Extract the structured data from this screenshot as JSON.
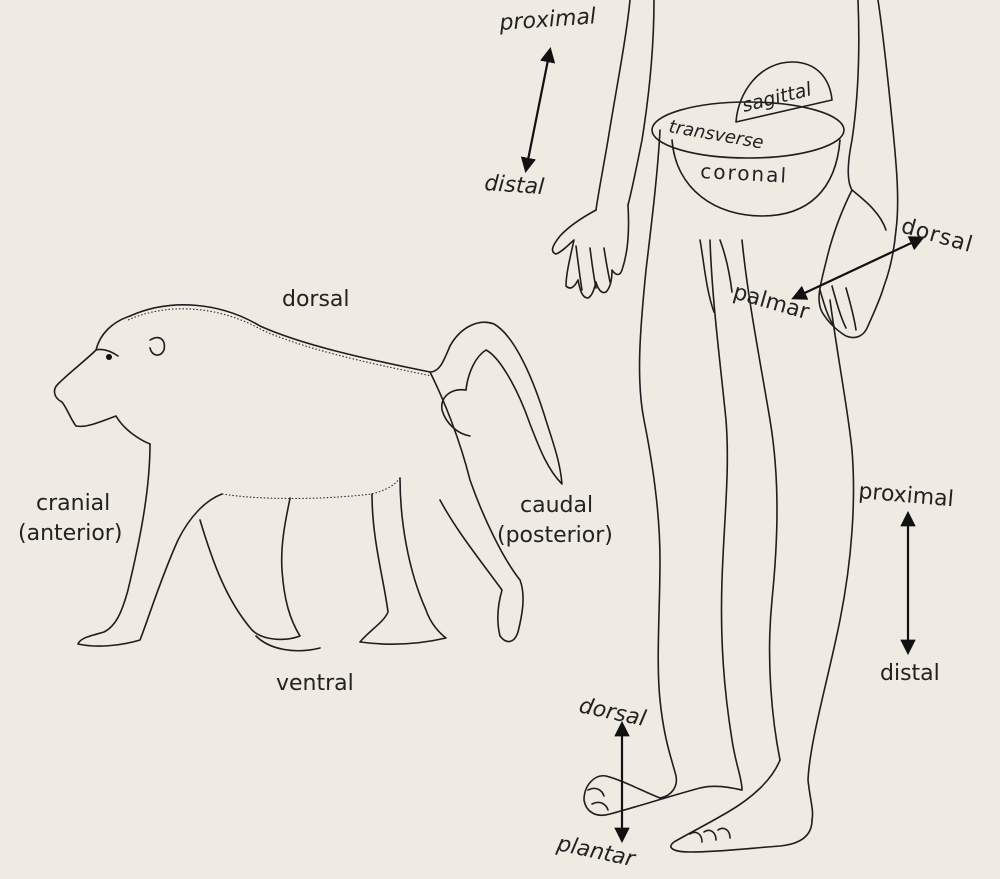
{
  "labels": {
    "proximal_top": "proximal",
    "distal_top": "distal",
    "sagittal": "sagittal",
    "transverse": "transverse",
    "coronal": "coronal",
    "dorsal_hand": "dorsal",
    "palmar": "palmar",
    "dorsal_baboon": "dorsal",
    "cranial_line1": "cranial",
    "cranial_line2": "(anterior)",
    "caudal_line1": "caudal",
    "caudal_line2": "(posterior)",
    "ventral": "ventral",
    "proximal_right": "proximal",
    "distal_right": "distal",
    "dorsal_foot": "dorsal",
    "plantar": "plantar"
  },
  "colors": {
    "background": "#efebe2",
    "ink": "#1e1e1e"
  }
}
